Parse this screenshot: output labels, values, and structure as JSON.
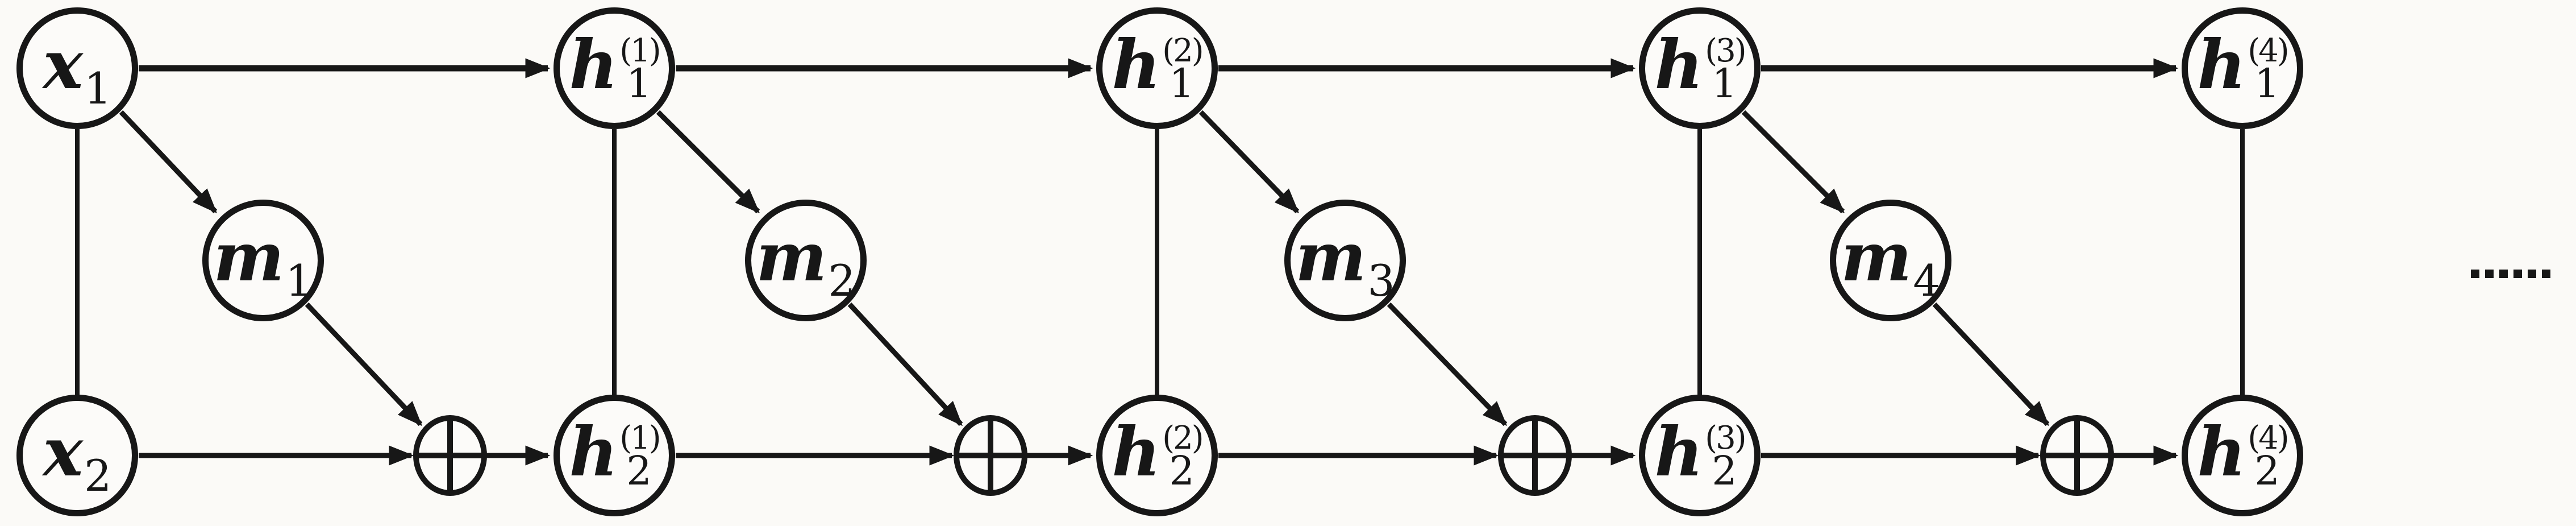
{
  "diagram": {
    "description": "Unrolled recurrent network with memory nodes: inputs x, hidden states h over four steps, memory units m, and circled-plus addition operators, continuing with ellipsis",
    "background_color": "#fbfaf7",
    "ink_color": "#171717",
    "operator_symbol": "⊕",
    "ellipsis": "......",
    "nodes": {
      "x1": {
        "base": "x",
        "sub": "1",
        "sup": ""
      },
      "x2": {
        "base": "x",
        "sub": "2",
        "sup": ""
      },
      "m1": {
        "base": "m",
        "sub": "1",
        "sup": ""
      },
      "m2": {
        "base": "m",
        "sub": "2",
        "sup": ""
      },
      "m3": {
        "base": "m",
        "sub": "3",
        "sup": ""
      },
      "m4": {
        "base": "m",
        "sub": "4",
        "sup": ""
      },
      "h1_1": {
        "base": "h",
        "sub": "1",
        "sup": "(1)"
      },
      "h2_1": {
        "base": "h",
        "sub": "2",
        "sup": "(1)"
      },
      "h1_2": {
        "base": "h",
        "sub": "1",
        "sup": "(2)"
      },
      "h2_2": {
        "base": "h",
        "sub": "2",
        "sup": "(2)"
      },
      "h1_3": {
        "base": "h",
        "sub": "1",
        "sup": "(3)"
      },
      "h2_3": {
        "base": "h",
        "sub": "2",
        "sup": "(3)"
      },
      "h1_4": {
        "base": "h",
        "sub": "1",
        "sup": "(4)"
      },
      "h2_4": {
        "base": "h",
        "sub": "2",
        "sup": "(4)"
      }
    },
    "links": [
      {
        "from": "x1",
        "to": "h1_1",
        "directed": true
      },
      {
        "from": "h1_1",
        "to": "h1_2",
        "directed": true
      },
      {
        "from": "h1_2",
        "to": "h1_3",
        "directed": true
      },
      {
        "from": "h1_3",
        "to": "h1_4",
        "directed": true
      },
      {
        "from": "x2",
        "to": "sum1",
        "directed": true
      },
      {
        "from": "sum1",
        "to": "h2_1",
        "directed": true
      },
      {
        "from": "h2_1",
        "to": "sum2",
        "directed": true
      },
      {
        "from": "sum2",
        "to": "h2_2",
        "directed": true
      },
      {
        "from": "h2_2",
        "to": "sum3",
        "directed": true
      },
      {
        "from": "sum3",
        "to": "h2_3",
        "directed": true
      },
      {
        "from": "h2_3",
        "to": "sum4",
        "directed": true
      },
      {
        "from": "sum4",
        "to": "h2_4",
        "directed": true
      },
      {
        "from": "x1",
        "to": "m1",
        "directed": true
      },
      {
        "from": "h1_1",
        "to": "m2",
        "directed": true
      },
      {
        "from": "h1_2",
        "to": "m3",
        "directed": true
      },
      {
        "from": "h1_3",
        "to": "m4",
        "directed": true
      },
      {
        "from": "m1",
        "to": "sum1",
        "directed": true
      },
      {
        "from": "m2",
        "to": "sum2",
        "directed": true
      },
      {
        "from": "m3",
        "to": "sum3",
        "directed": true
      },
      {
        "from": "m4",
        "to": "sum4",
        "directed": true
      },
      {
        "from": "x1",
        "to": "x2",
        "directed": false
      },
      {
        "from": "h1_1",
        "to": "h2_1",
        "directed": false
      },
      {
        "from": "h1_2",
        "to": "h2_2",
        "directed": false
      },
      {
        "from": "h1_3",
        "to": "h2_3",
        "directed": false
      },
      {
        "from": "h1_4",
        "to": "h2_4",
        "directed": false
      }
    ]
  }
}
